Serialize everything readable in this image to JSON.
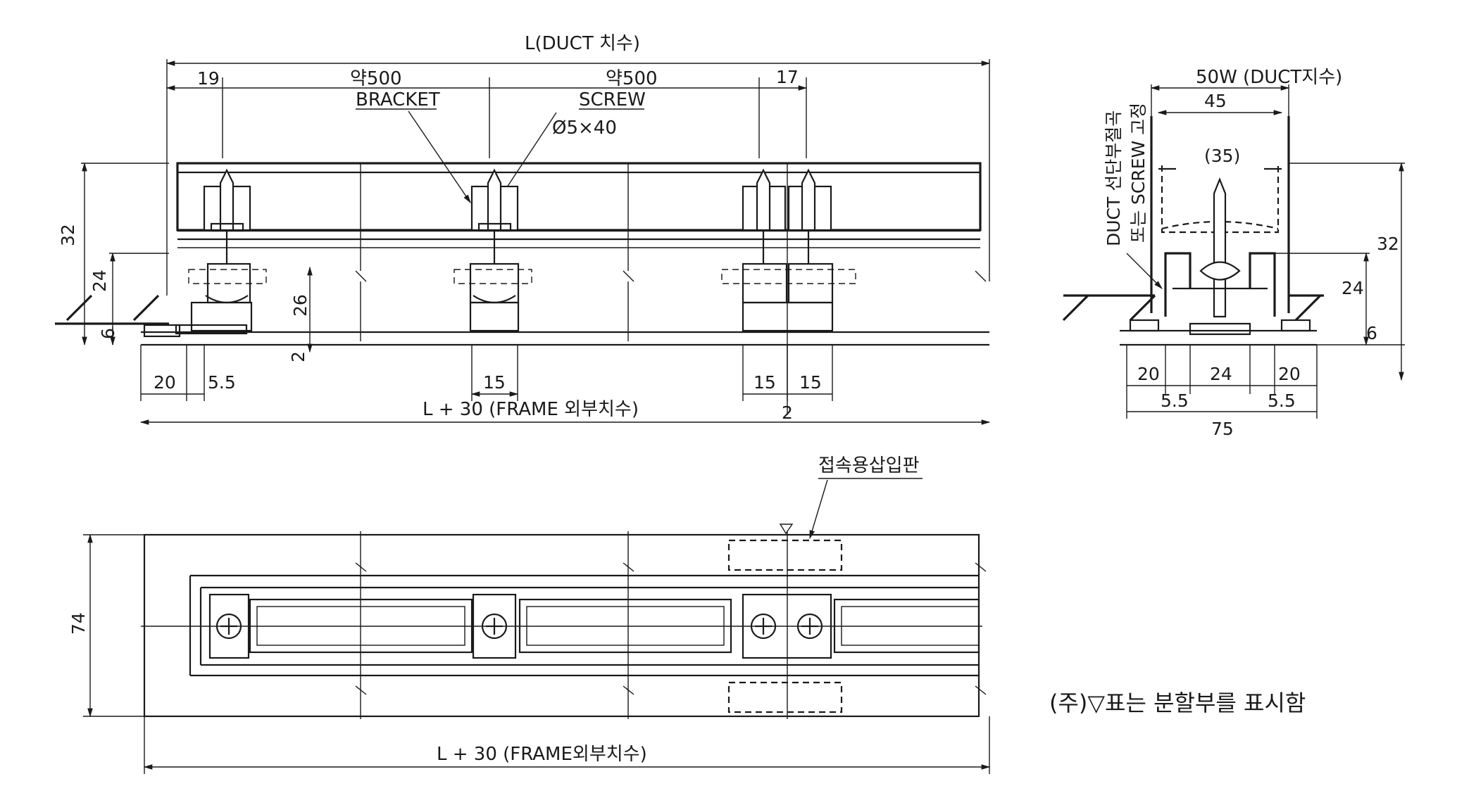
{
  "front_view": {
    "duct_length": "L(DUCT 치수)",
    "dim_19": "19",
    "approx_500_left": "약500",
    "approx_500_right": "약500",
    "dim_17": "17",
    "bracket": "BRACKET",
    "screw": "SCREW",
    "screw_size": "Ø5×40",
    "dim_32": "32",
    "dim_24": "24",
    "dim_26": "26",
    "dim_6": "6",
    "dim_2_vertical": "2",
    "dim_20": "20",
    "dim_5_5": "5.5",
    "dim_15_a": "15",
    "dim_15_b": "15",
    "dim_15_c": "15",
    "frame_length": "L + 30 (FRAME 외부치수)",
    "dim_2_bottom": "2"
  },
  "side_view": {
    "duct_width": "50W (DUCT지수)",
    "dim_45": "45",
    "dim_35": "(35)",
    "note_line1": "DUCT 선단부절곡",
    "note_line2": "또는 SCREW 고정",
    "dim_32": "32",
    "dim_24": "24",
    "dim_6": "6",
    "dim_20_left": "20",
    "dim_24_mid": "24",
    "dim_20_right": "20",
    "dim_5_5_left": "5.5",
    "dim_5_5_right": "5.5",
    "dim_75": "75"
  },
  "plan_view": {
    "connector_plate": "접속용삽입판",
    "dim_74": "74",
    "frame_length": "L + 30 (FRAME외부치수)"
  },
  "note": "(주)▽표는 분할부를 표시함"
}
